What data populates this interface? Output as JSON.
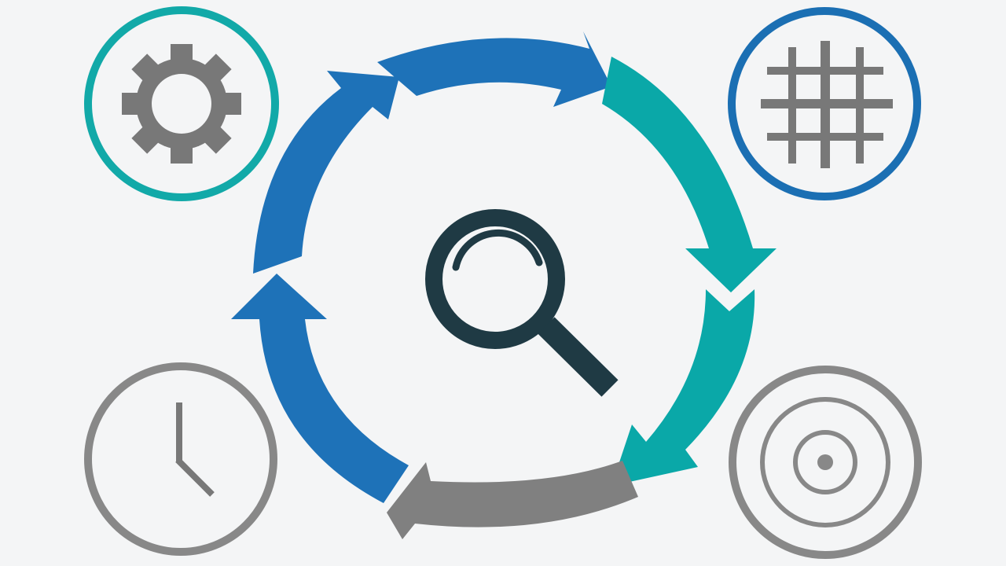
{
  "diagram": {
    "type": "cycle",
    "direction": "clockwise",
    "center": {
      "icon": "magnifying-glass-icon",
      "color": "#1f3a44"
    },
    "segments": [
      {
        "name": "arrow-top",
        "color": "#1e72b8"
      },
      {
        "name": "arrow-right-upper",
        "color": "#0aa8a8"
      },
      {
        "name": "arrow-right-lower",
        "color": "#0aa8a8"
      },
      {
        "name": "arrow-bottom",
        "color": "#808080"
      },
      {
        "name": "arrow-left",
        "color": "#1e72b8"
      }
    ],
    "corner_icons": [
      {
        "position": "top-left",
        "icon": "gear-icon",
        "ring_color": "#12a9a8",
        "icon_color": "#787878"
      },
      {
        "position": "top-right",
        "icon": "grid-icon",
        "ring_color": "#1b6fb3",
        "icon_color": "#787878"
      },
      {
        "position": "bottom-left",
        "icon": "clock-icon",
        "ring_color": "#888888",
        "icon_color": "#787878"
      },
      {
        "position": "bottom-right",
        "icon": "target-icon",
        "ring_color": "#888888",
        "icon_color": "#888888"
      }
    ]
  }
}
